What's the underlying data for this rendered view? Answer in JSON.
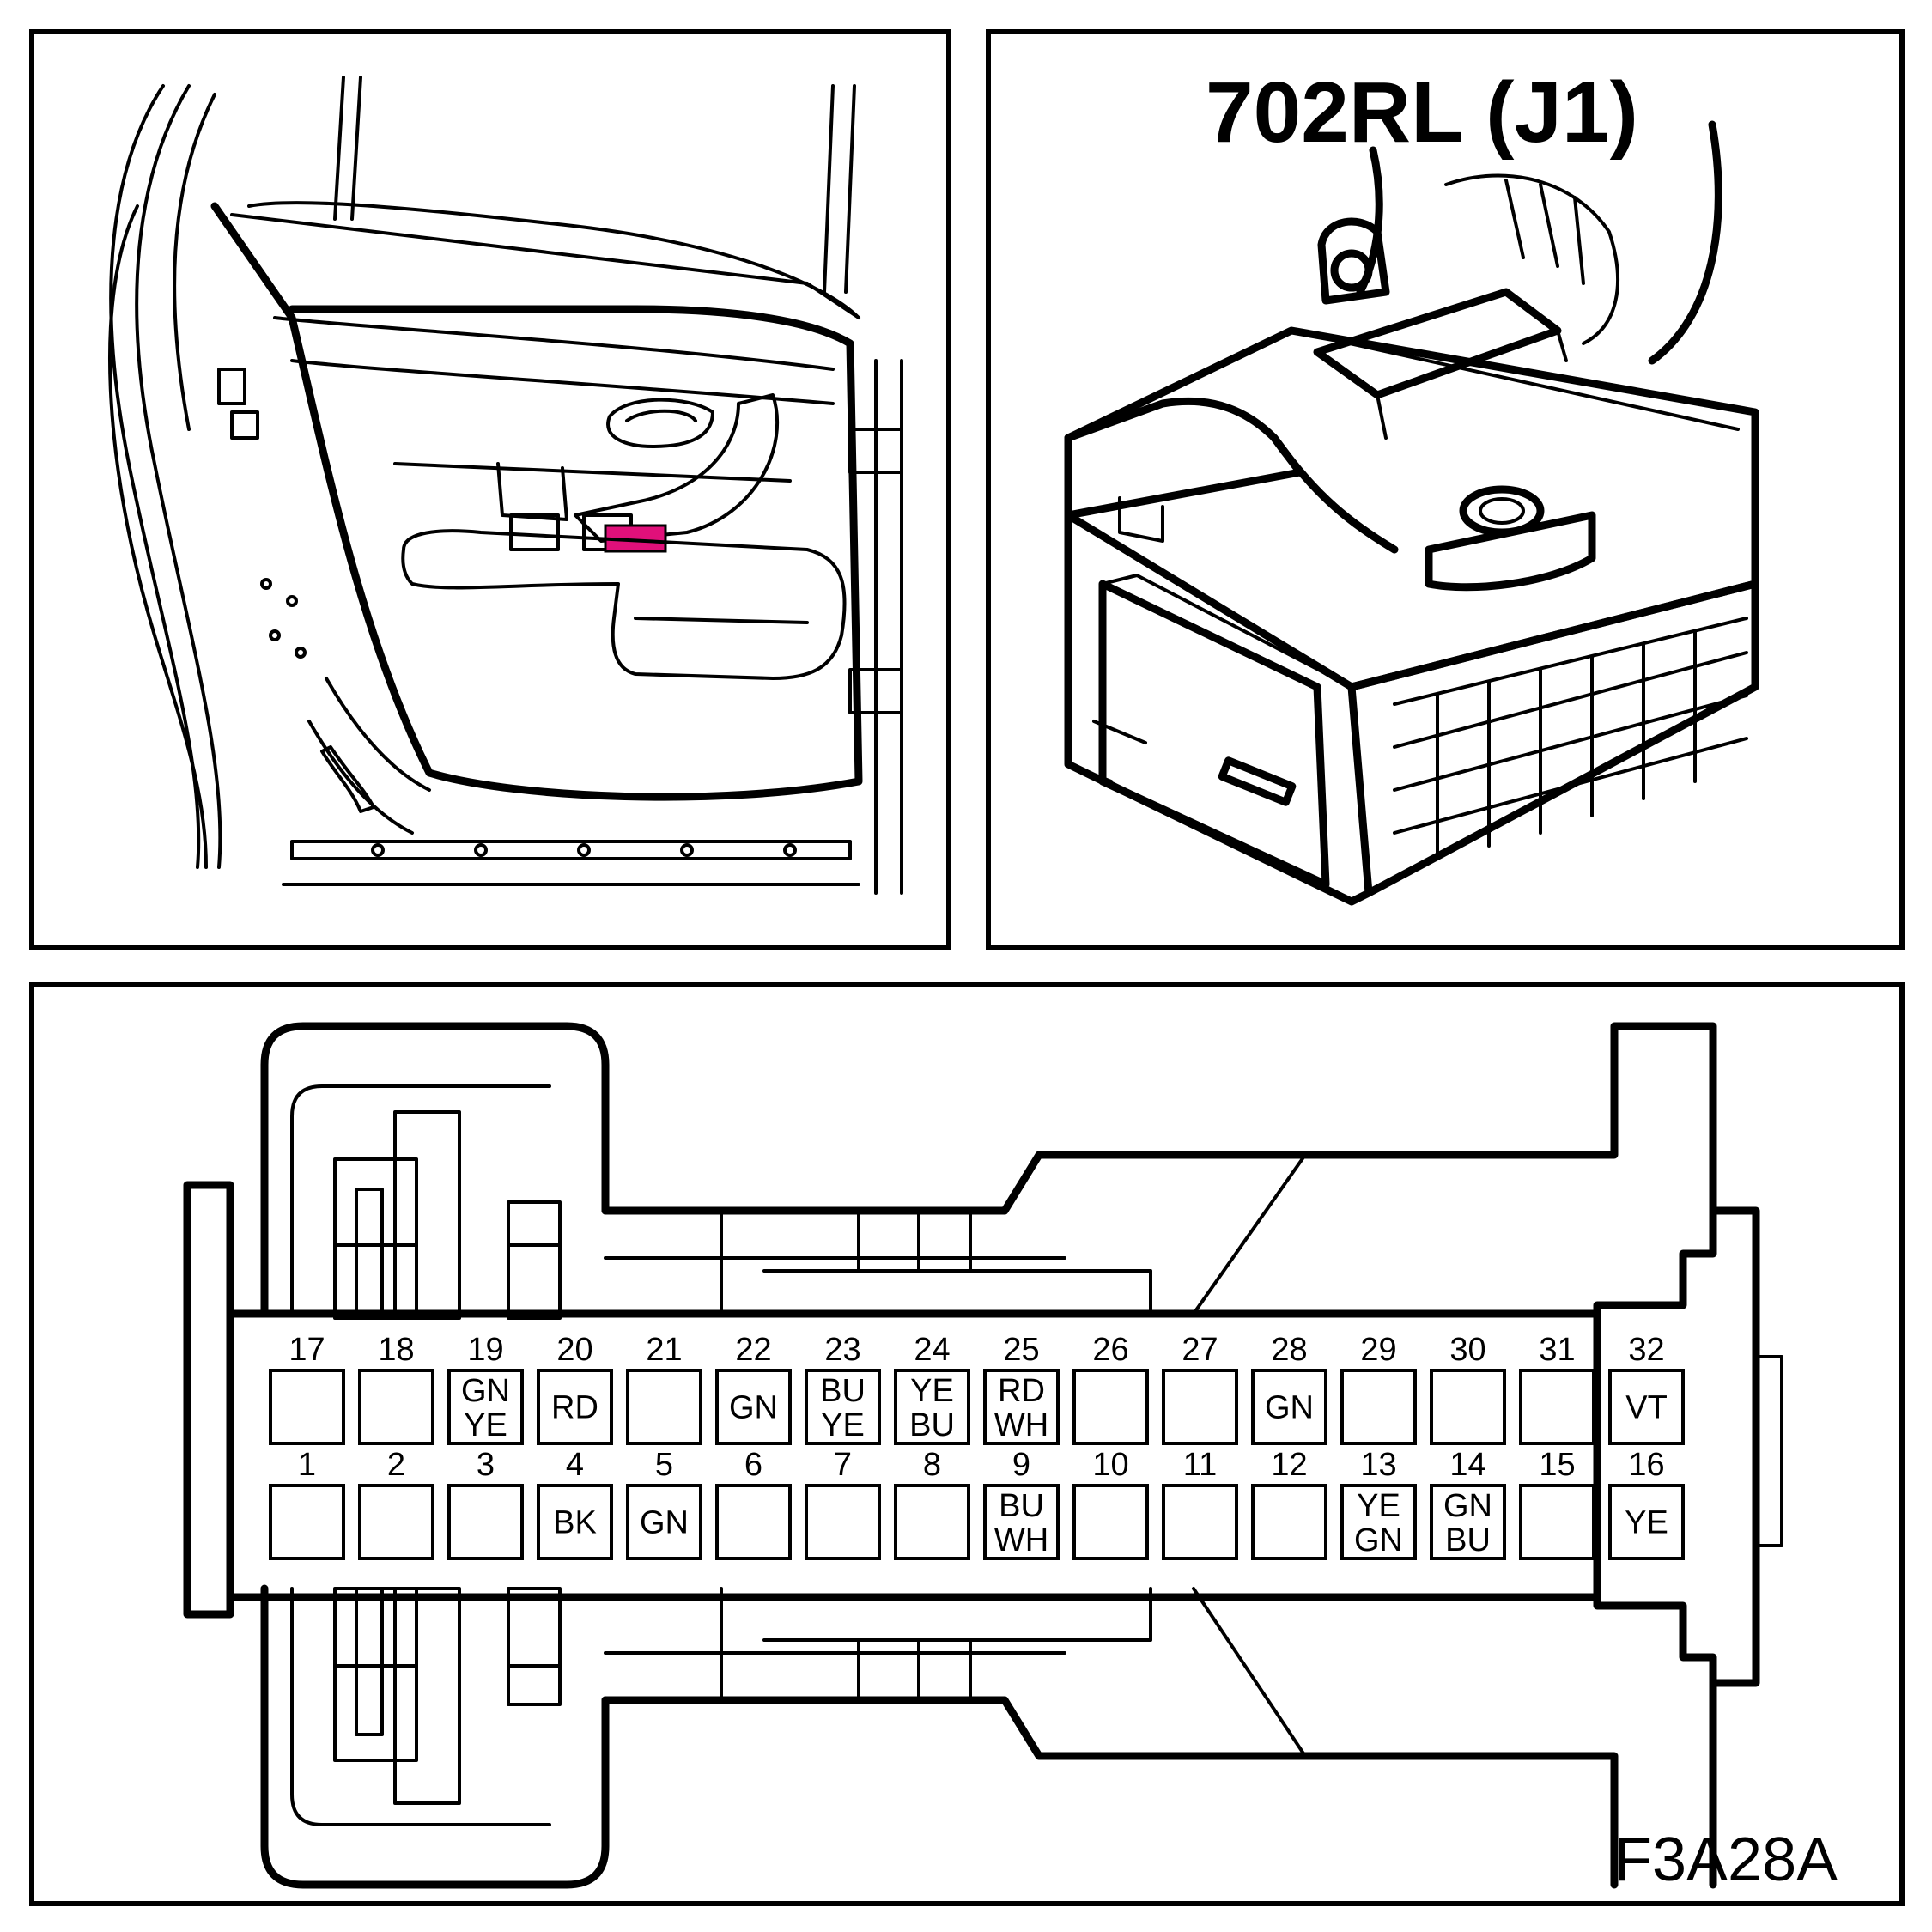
{
  "connector_title": "702RL (J1)",
  "figure_code": "F3A28A",
  "colors": {
    "highlight": "#e0107a",
    "line": "#000000"
  },
  "pins_top": [
    {
      "num": "17",
      "colors": []
    },
    {
      "num": "18",
      "colors": []
    },
    {
      "num": "19",
      "colors": [
        "GN",
        "YE"
      ]
    },
    {
      "num": "20",
      "colors": [
        "RD"
      ]
    },
    {
      "num": "21",
      "colors": []
    },
    {
      "num": "22",
      "colors": [
        "GN"
      ]
    },
    {
      "num": "23",
      "colors": [
        "BU",
        "YE"
      ]
    },
    {
      "num": "24",
      "colors": [
        "YE",
        "BU"
      ]
    },
    {
      "num": "25",
      "colors": [
        "RD",
        "WH"
      ]
    },
    {
      "num": "26",
      "colors": []
    },
    {
      "num": "27",
      "colors": []
    },
    {
      "num": "28",
      "colors": [
        "GN"
      ]
    },
    {
      "num": "29",
      "colors": []
    },
    {
      "num": "30",
      "colors": []
    },
    {
      "num": "31",
      "colors": []
    },
    {
      "num": "32",
      "colors": [
        "VT"
      ]
    }
  ],
  "pins_bottom": [
    {
      "num": "1",
      "colors": []
    },
    {
      "num": "2",
      "colors": []
    },
    {
      "num": "3",
      "colors": []
    },
    {
      "num": "4",
      "colors": [
        "BK"
      ]
    },
    {
      "num": "5",
      "colors": [
        "GN"
      ]
    },
    {
      "num": "6",
      "colors": []
    },
    {
      "num": "7",
      "colors": []
    },
    {
      "num": "8",
      "colors": []
    },
    {
      "num": "9",
      "colors": [
        "BU",
        "WH"
      ]
    },
    {
      "num": "10",
      "colors": []
    },
    {
      "num": "11",
      "colors": []
    },
    {
      "num": "12",
      "colors": []
    },
    {
      "num": "13",
      "colors": [
        "YE",
        "GN"
      ]
    },
    {
      "num": "14",
      "colors": [
        "GN",
        "BU"
      ]
    },
    {
      "num": "15",
      "colors": []
    },
    {
      "num": "16",
      "colors": [
        "YE"
      ]
    }
  ]
}
